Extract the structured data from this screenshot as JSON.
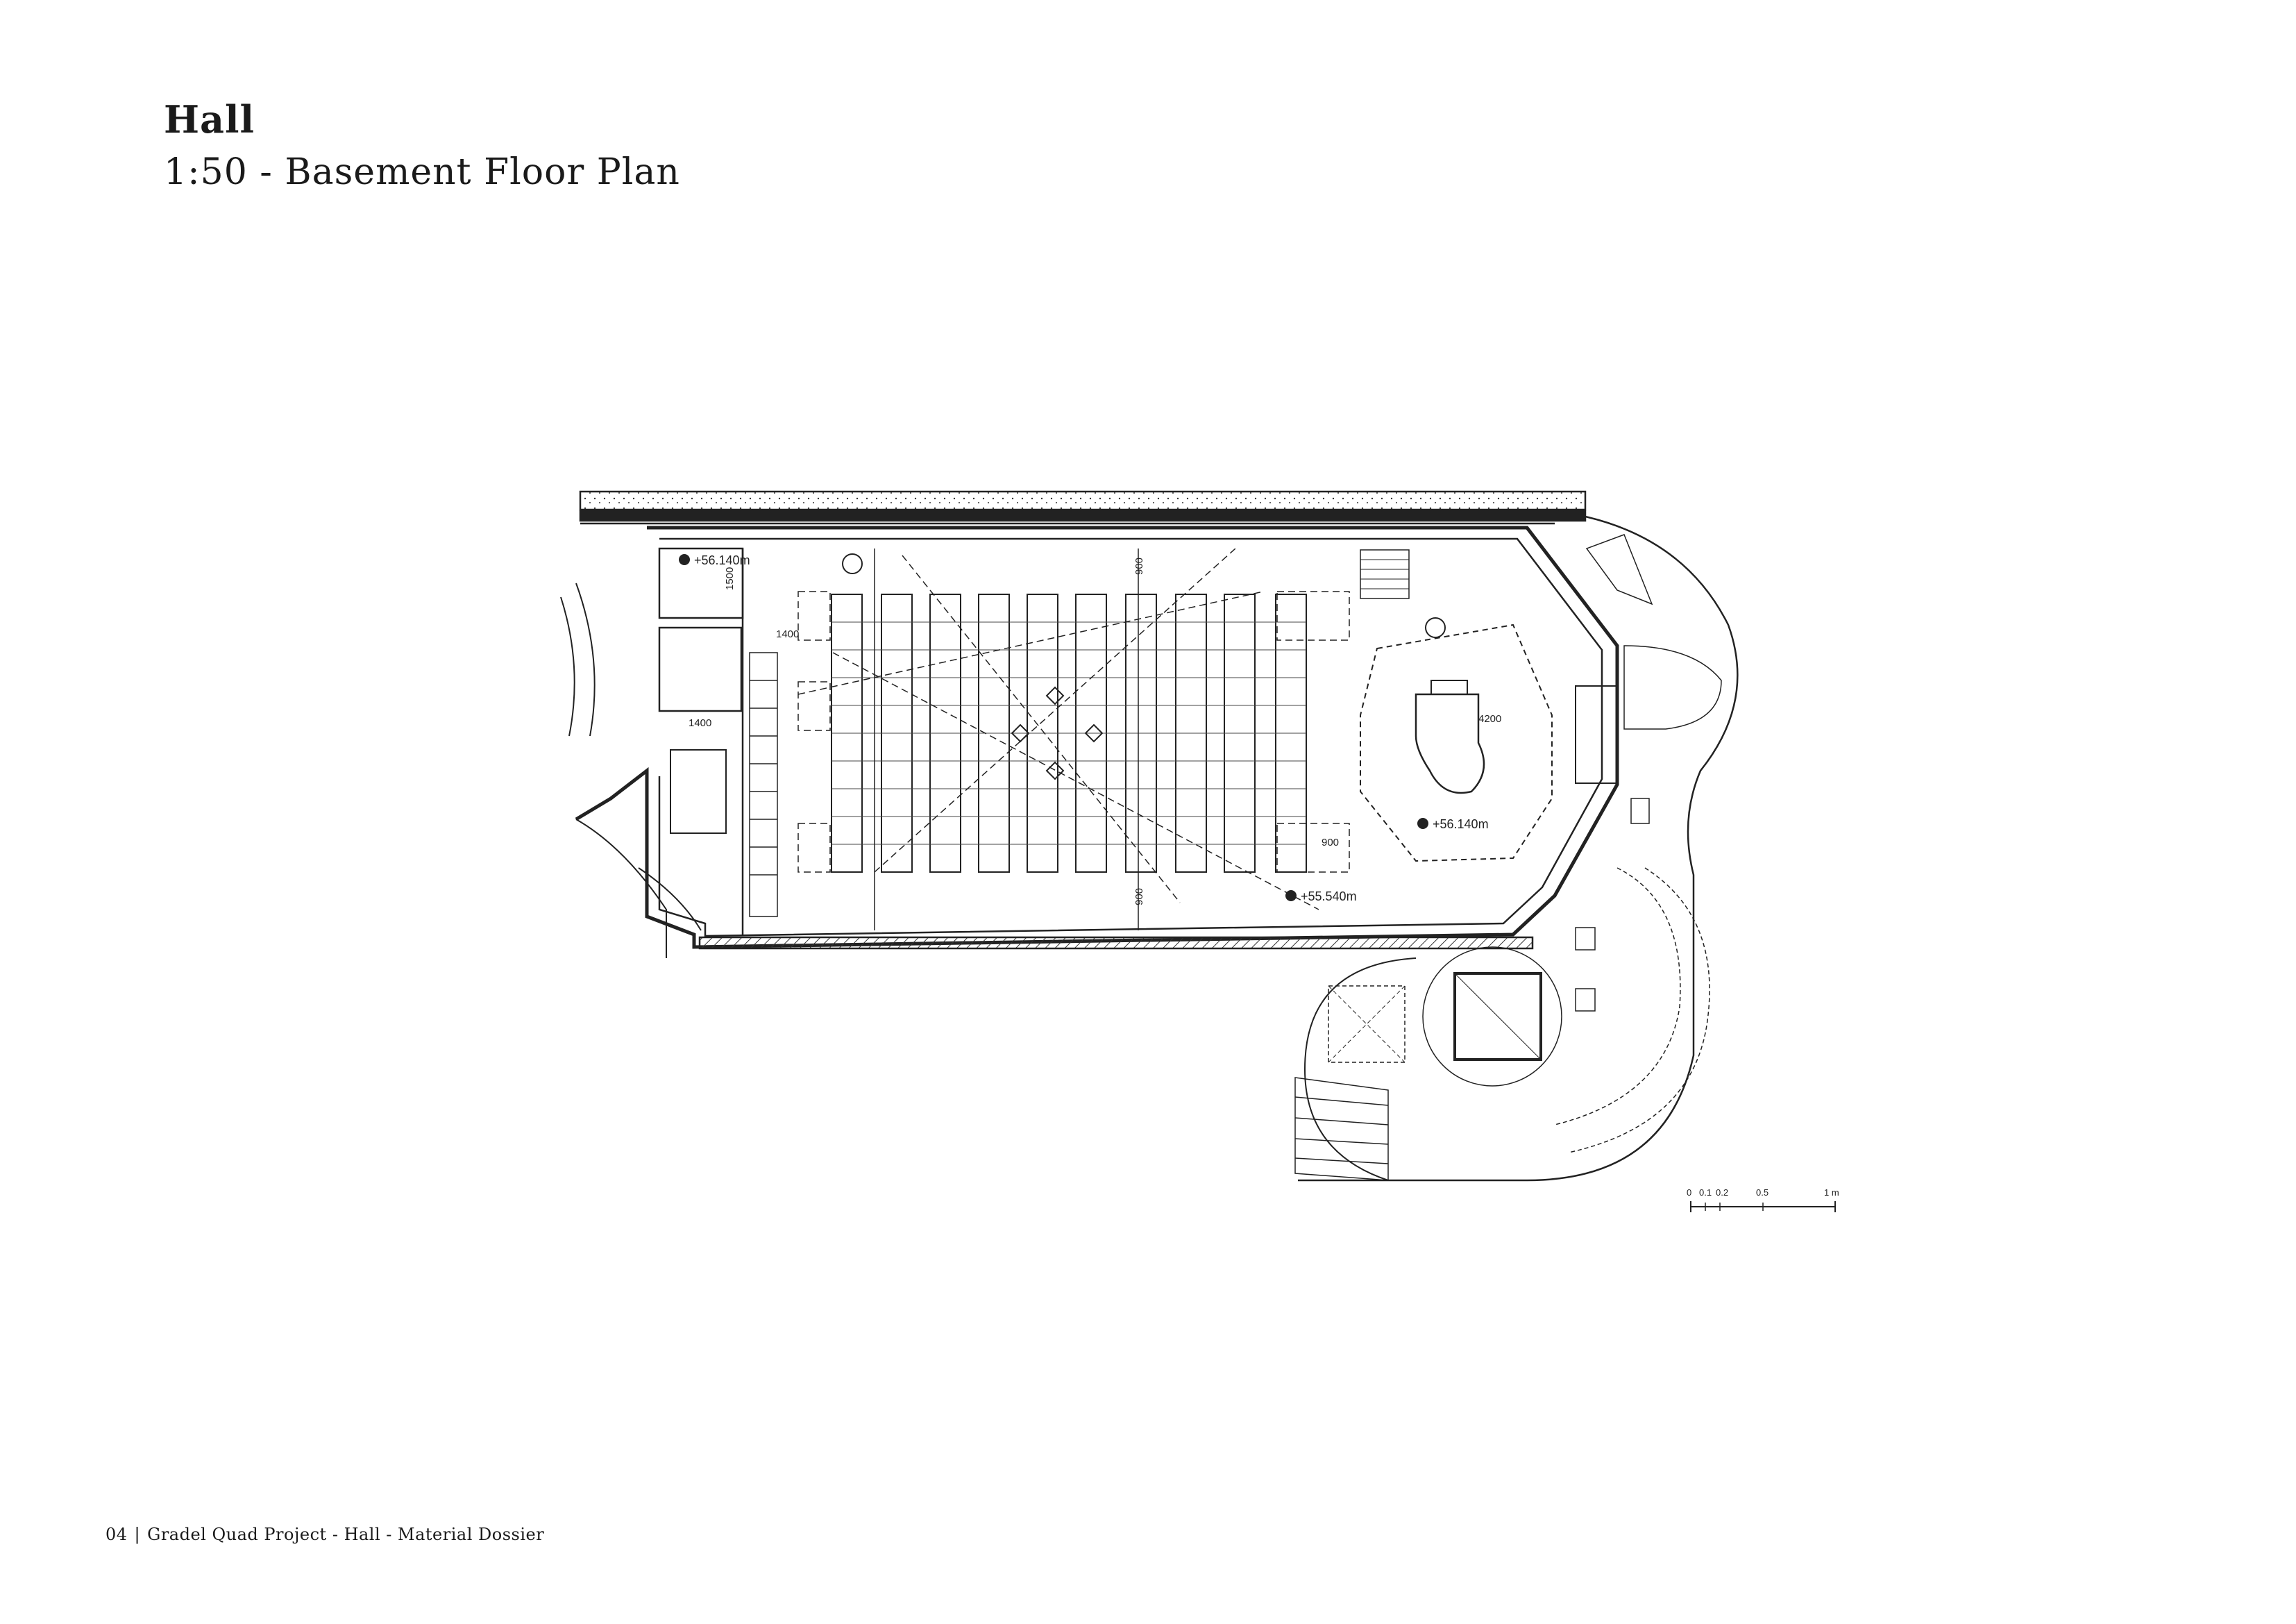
{
  "header": {
    "title": "Hall",
    "subtitle": "1:50 - Basement Floor Plan"
  },
  "footer": {
    "page_number": "04",
    "separator": "|",
    "caption": "Gradel Quad Project - Hall - Material Dossier"
  },
  "plan": {
    "level_labels": [
      "+56.140m",
      "+56.140m",
      "+55.540m"
    ],
    "dimension_labels": [
      "1500",
      "1400",
      "1400",
      "900",
      "900",
      "4200",
      "900"
    ],
    "scale_bar": {
      "ticks": [
        "0",
        "0.1",
        "0.2",
        "0.5",
        "1 m"
      ]
    }
  }
}
